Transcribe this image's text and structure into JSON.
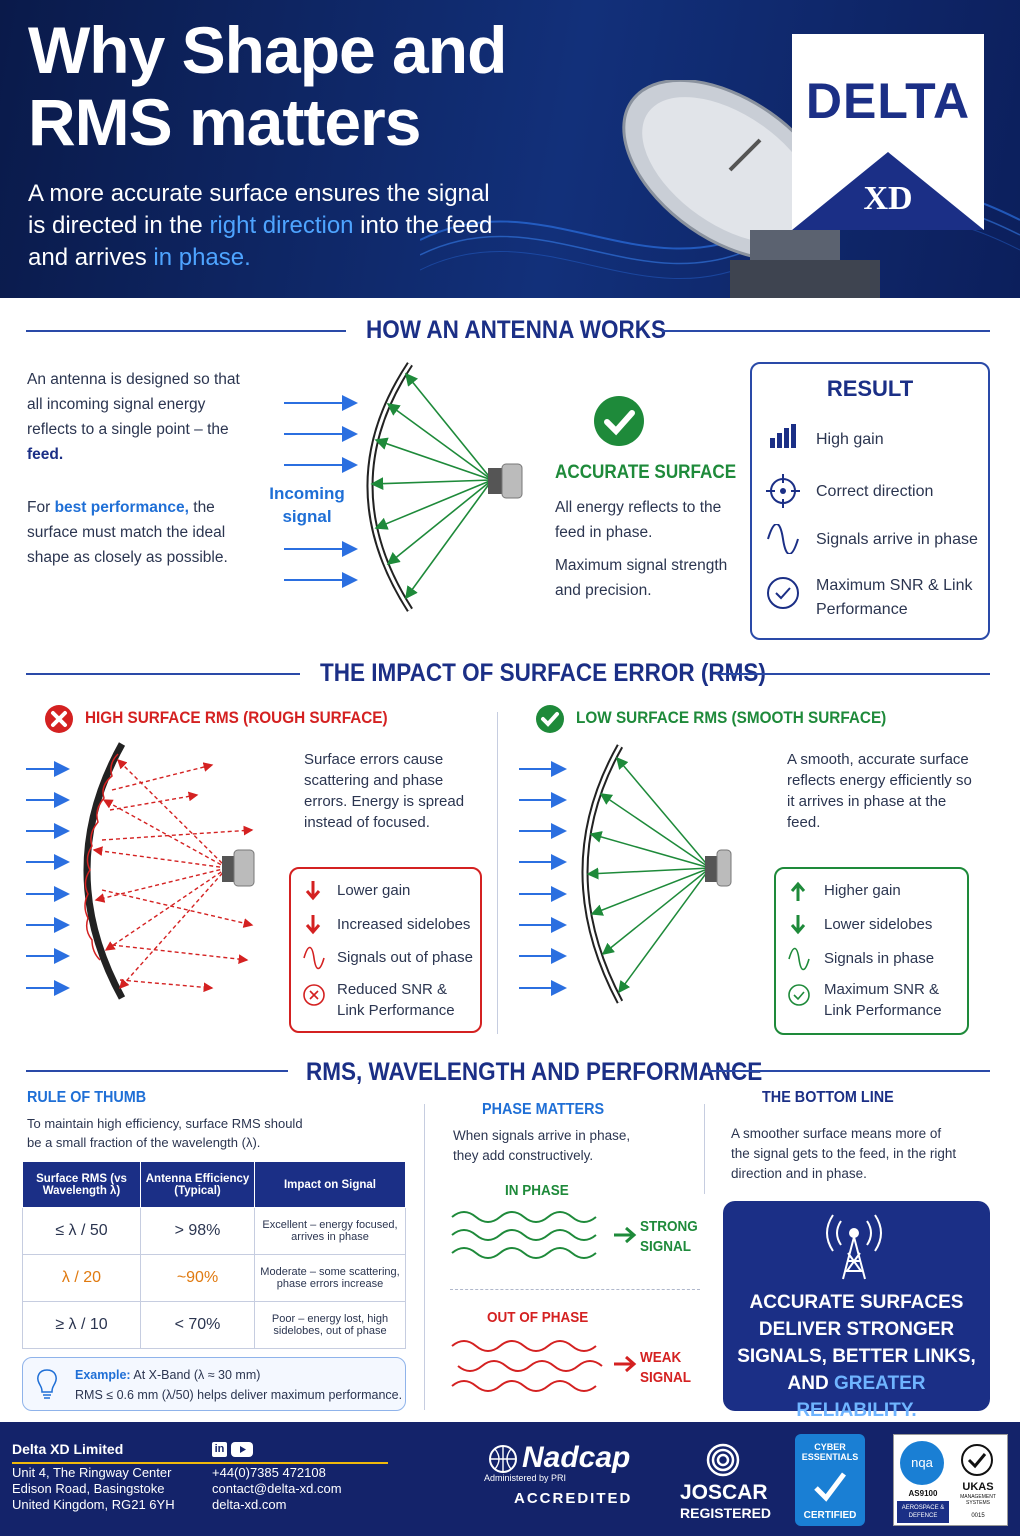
{
  "hero": {
    "title": "Why Shape and RMS matters",
    "subtitle_part1": "A more accurate surface ensures the signal is directed in the ",
    "subtitle_hl1": "right direction",
    "subtitle_part2": " into the feed and arrives ",
    "subtitle_hl2": "in phase."
  },
  "logo": {
    "name": "DELTA",
    "sub": "XD"
  },
  "how": {
    "title": "HOW AN ANTENNA WORKS",
    "para1a": "An antenna is designed so that all incoming signal energy reflects to a single point – the ",
    "para1b": "feed.",
    "para2a": "For ",
    "para2b": "best performance,",
    "para2c": " the surface must match the ideal shape as closely as possible.",
    "incoming_label": "Incoming signal",
    "accurate_title": "ACCURATE SURFACE",
    "accurate_text1": "All energy reflects to the feed in phase.",
    "accurate_text2": "Maximum signal strength and precision.",
    "result": {
      "title": "RESULT",
      "items": [
        "High gain",
        "Correct direction",
        "Signals arrive in phase",
        "Maximum SNR & Link Performance"
      ]
    }
  },
  "impact": {
    "title": "THE IMPACT OF SURFACE ERROR (RMS)",
    "high": {
      "title": "HIGH SURFACE RMS (ROUGH SURFACE)",
      "text": "Surface errors cause scattering and phase errors. Energy is spread instead of focused.",
      "items": [
        "Lower gain",
        "Increased sidelobes",
        "Signals out of phase",
        "Reduced SNR & Link Performance"
      ]
    },
    "low": {
      "title": "LOW SURFACE RMS (SMOOTH SURFACE)",
      "text": "A smooth, accurate surface reflects energy efficiently so it arrives in phase at the feed.",
      "items": [
        "Higher gain",
        "Lower sidelobes",
        "Signals in phase",
        "Maximum SNR & Link Performance"
      ]
    }
  },
  "rms": {
    "title": "RMS, WAVELENGTH AND PERFORMANCE",
    "rule_title": "RULE OF THUMB",
    "rule_text": "To maintain high efficiency, surface RMS should be a small fraction of the wavelength (λ).",
    "table": {
      "headers": [
        "Surface RMS (vs Wavelength λ)",
        "Antenna Efficiency (Typical)",
        "Impact on Signal"
      ],
      "rows": [
        [
          "≤ λ / 50",
          "> 98%",
          "Excellent – energy focused, arrives in phase"
        ],
        [
          "λ / 20",
          "~90%",
          "Moderate – some scattering, phase errors increase"
        ],
        [
          "≥ λ / 10",
          "< 70%",
          "Poor – energy lost, high sidelobes, out of phase"
        ]
      ],
      "colors": [
        "#1e8a3a",
        "#e07a10",
        "#d42121"
      ]
    },
    "example_label": "Example:",
    "example_text1": " At X-Band (λ ≈ 30 mm)",
    "example_text2": "RMS ≤ 0.6 mm (λ/50) helps deliver maximum performance.",
    "phase_title": "PHASE MATTERS",
    "phase_text": "When signals arrive in phase, they add constructively.",
    "in_phase": "IN PHASE",
    "strong": "STRONG SIGNAL",
    "out_phase": "OUT OF PHASE",
    "weak": "WEAK SIGNAL",
    "bottom_title": "THE BOTTOM LINE",
    "bottom_text": "A smoother surface means more of the signal gets to the feed, in the right direction and in phase.",
    "banner1": "ACCURATE SURFACES DELIVER STRONGER SIGNALS, BETTER LINKS, AND",
    "banner2": "GREATER RELIABILITY."
  },
  "footer": {
    "company": "Delta XD Limited",
    "address": [
      "Unit 4, The Ringway Center",
      "Edison Road, Basingstoke",
      "United Kingdom, RG21 6YH"
    ],
    "contact": [
      "+44(0)7385 472108",
      "contact@delta-xd.com",
      "delta-xd.com"
    ],
    "nadcap": "Nadcap",
    "nadcap_sub": "Administered by PRI",
    "accredited": "ACCREDITED",
    "joscar": "JOSCAR",
    "registered": "REGISTERED",
    "cyber": "CYBER ESSENTIALS",
    "certified": "CERTIFIED",
    "nqa": "nqa",
    "as9100": "AS9100",
    "aero": "AEROSPACE & DEFENCE",
    "ukas": "UKAS",
    "ukas_sub": "MANAGEMENT SYSTEMS",
    "ukas_num": "0015"
  },
  "colors": {
    "navy": "#1b2f86",
    "blue": "#1f6fd6",
    "green": "#1e8a3a",
    "red": "#d42121"
  }
}
